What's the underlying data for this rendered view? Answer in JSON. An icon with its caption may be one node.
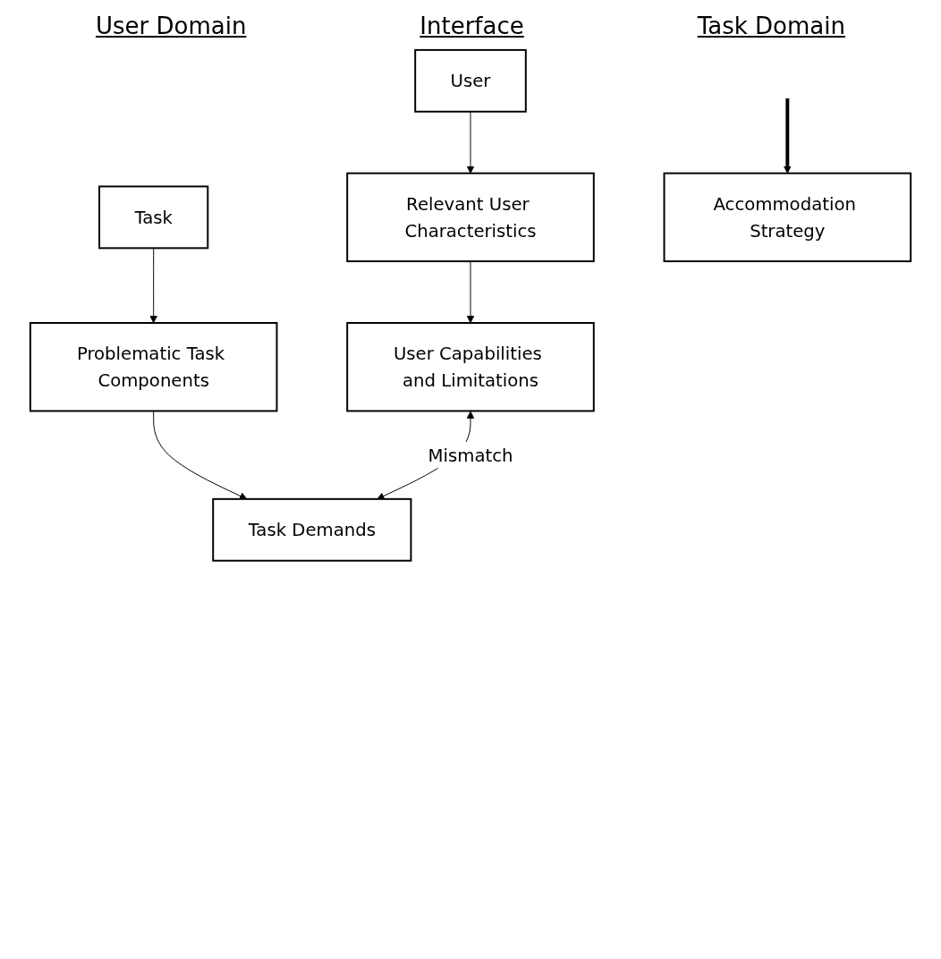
{
  "diagram": {
    "nodes": [
      {
        "text": [
          "User"
        ]
      },
      {
        "text": [
          "Relevant User Characteristics"
        ]
      },
      {
        "text": [
          "User Capabilities and Limitations"
        ]
      },
      {
        "text": [
          "Task"
        ]
      },
      {
        "text": [
          "Problematic Task Components"
        ]
      },
      {
        "text": [
          "Task Demands"
        ]
      },
      {
        "text": [
          "Accommodation Strategy"
        ]
      }
    ],
    "edges": [
      {
        "from": 0,
        "to": 1,
        "arrow": "to"
      },
      {
        "from": 1,
        "to": 2,
        "arrow": "to"
      },
      {
        "from": 3,
        "to": 4,
        "arrow": "to"
      },
      {
        "from": 4,
        "to": 5,
        "arrow": "to"
      },
      {
        "from": 2,
        "to": 5,
        "arrow": "both",
        "label": "Mismatch"
      },
      {
        "from": null,
        "to": 6,
        "arrow": "to",
        "style": "thick"
      }
    ],
    "labels": [
      "User Domain",
      "Interface",
      "Task Domain"
    ]
  }
}
